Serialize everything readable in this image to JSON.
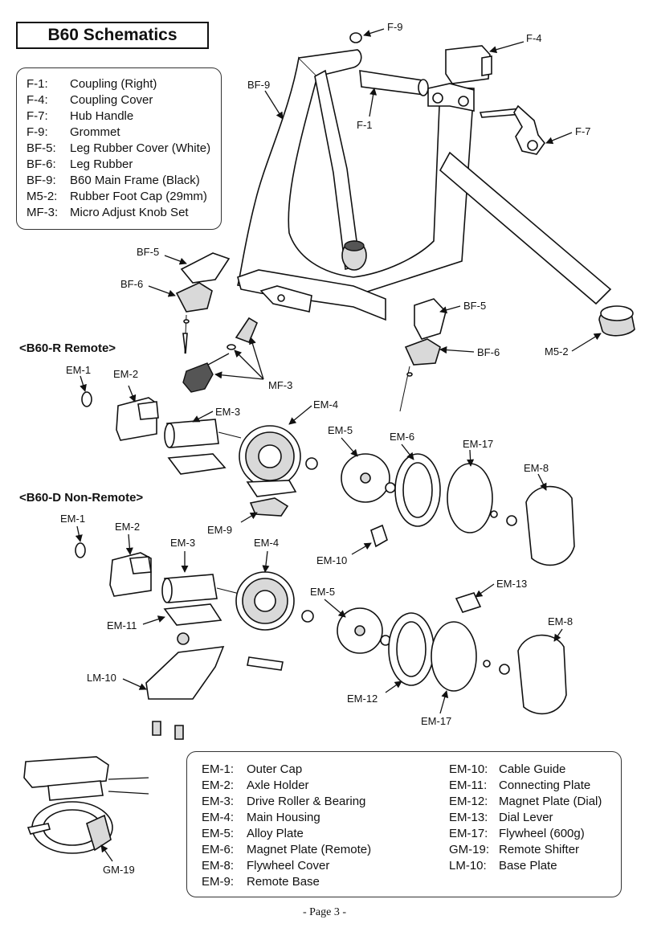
{
  "title": "B60 Schematics",
  "frame_parts": [
    {
      "code": "F-1:",
      "name": "Coupling (Right)"
    },
    {
      "code": "F-4:",
      "name": "Coupling Cover"
    },
    {
      "code": "F-7:",
      "name": "Hub Handle"
    },
    {
      "code": "F-9:",
      "name": "Grommet"
    },
    {
      "code": "BF-5:",
      "name": "Leg Rubber Cover (White)"
    },
    {
      "code": "BF-6:",
      "name": "Leg Rubber"
    },
    {
      "code": "BF-9:",
      "name": "B60 Main Frame (Black)"
    },
    {
      "code": "M5-2:",
      "name": "Rubber Foot Cap (29mm)"
    },
    {
      "code": "MF-3:",
      "name": "Micro Adjust Knob Set"
    }
  ],
  "sections": {
    "remote": "<B60-R Remote>",
    "non_remote": "<B60-D Non-Remote>"
  },
  "callouts": {
    "f9": "F-9",
    "f4": "F-4",
    "bf9": "BF-9",
    "f1": "F-1",
    "f7": "F-7",
    "bf5a": "BF-5",
    "bf6a": "BF-6",
    "bf5b": "BF-5",
    "bf6b": "BF-6",
    "m52": "M5-2",
    "mf3": "MF-3",
    "r_em1": "EM-1",
    "r_em2": "EM-2",
    "r_em3": "EM-3",
    "r_em4": "EM-4",
    "r_em5": "EM-5",
    "r_em6": "EM-6",
    "r_em17": "EM-17",
    "r_em8": "EM-8",
    "r_em9": "EM-9",
    "r_em10": "EM-10",
    "d_em1": "EM-1",
    "d_em2": "EM-2",
    "d_em3": "EM-3",
    "d_em4": "EM-4",
    "d_em5": "EM-5",
    "d_em11": "EM-11",
    "d_em13": "EM-13",
    "d_em8": "EM-8",
    "d_lm10": "LM-10",
    "d_em12": "EM-12",
    "d_em17": "EM-17",
    "gm19": "GM-19"
  },
  "em_parts_left": [
    {
      "code": "EM-1:",
      "name": "Outer Cap"
    },
    {
      "code": "EM-2:",
      "name": "Axle Holder"
    },
    {
      "code": "EM-3:",
      "name": "Drive Roller & Bearing"
    },
    {
      "code": "EM-4:",
      "name": "Main Housing"
    },
    {
      "code": "EM-5:",
      "name": "Alloy Plate"
    },
    {
      "code": "EM-6:",
      "name": "Magnet Plate (Remote)"
    },
    {
      "code": "EM-8:",
      "name": "Flywheel Cover"
    },
    {
      "code": "EM-9:",
      "name": "Remote Base"
    }
  ],
  "em_parts_right": [
    {
      "code": "EM-10:",
      "name": "Cable Guide"
    },
    {
      "code": "EM-11:",
      "name": "Connecting Plate"
    },
    {
      "code": "EM-12:",
      "name": "Magnet Plate (Dial)"
    },
    {
      "code": "EM-13:",
      "name": "Dial Lever"
    },
    {
      "code": "EM-17:",
      "name": "Flywheel (600g)"
    },
    {
      "code": "GM-19:",
      "name": "Remote Shifter"
    },
    {
      "code": "LM-10:",
      "name": "Base Plate"
    }
  ],
  "footer": "- Page 3 -"
}
